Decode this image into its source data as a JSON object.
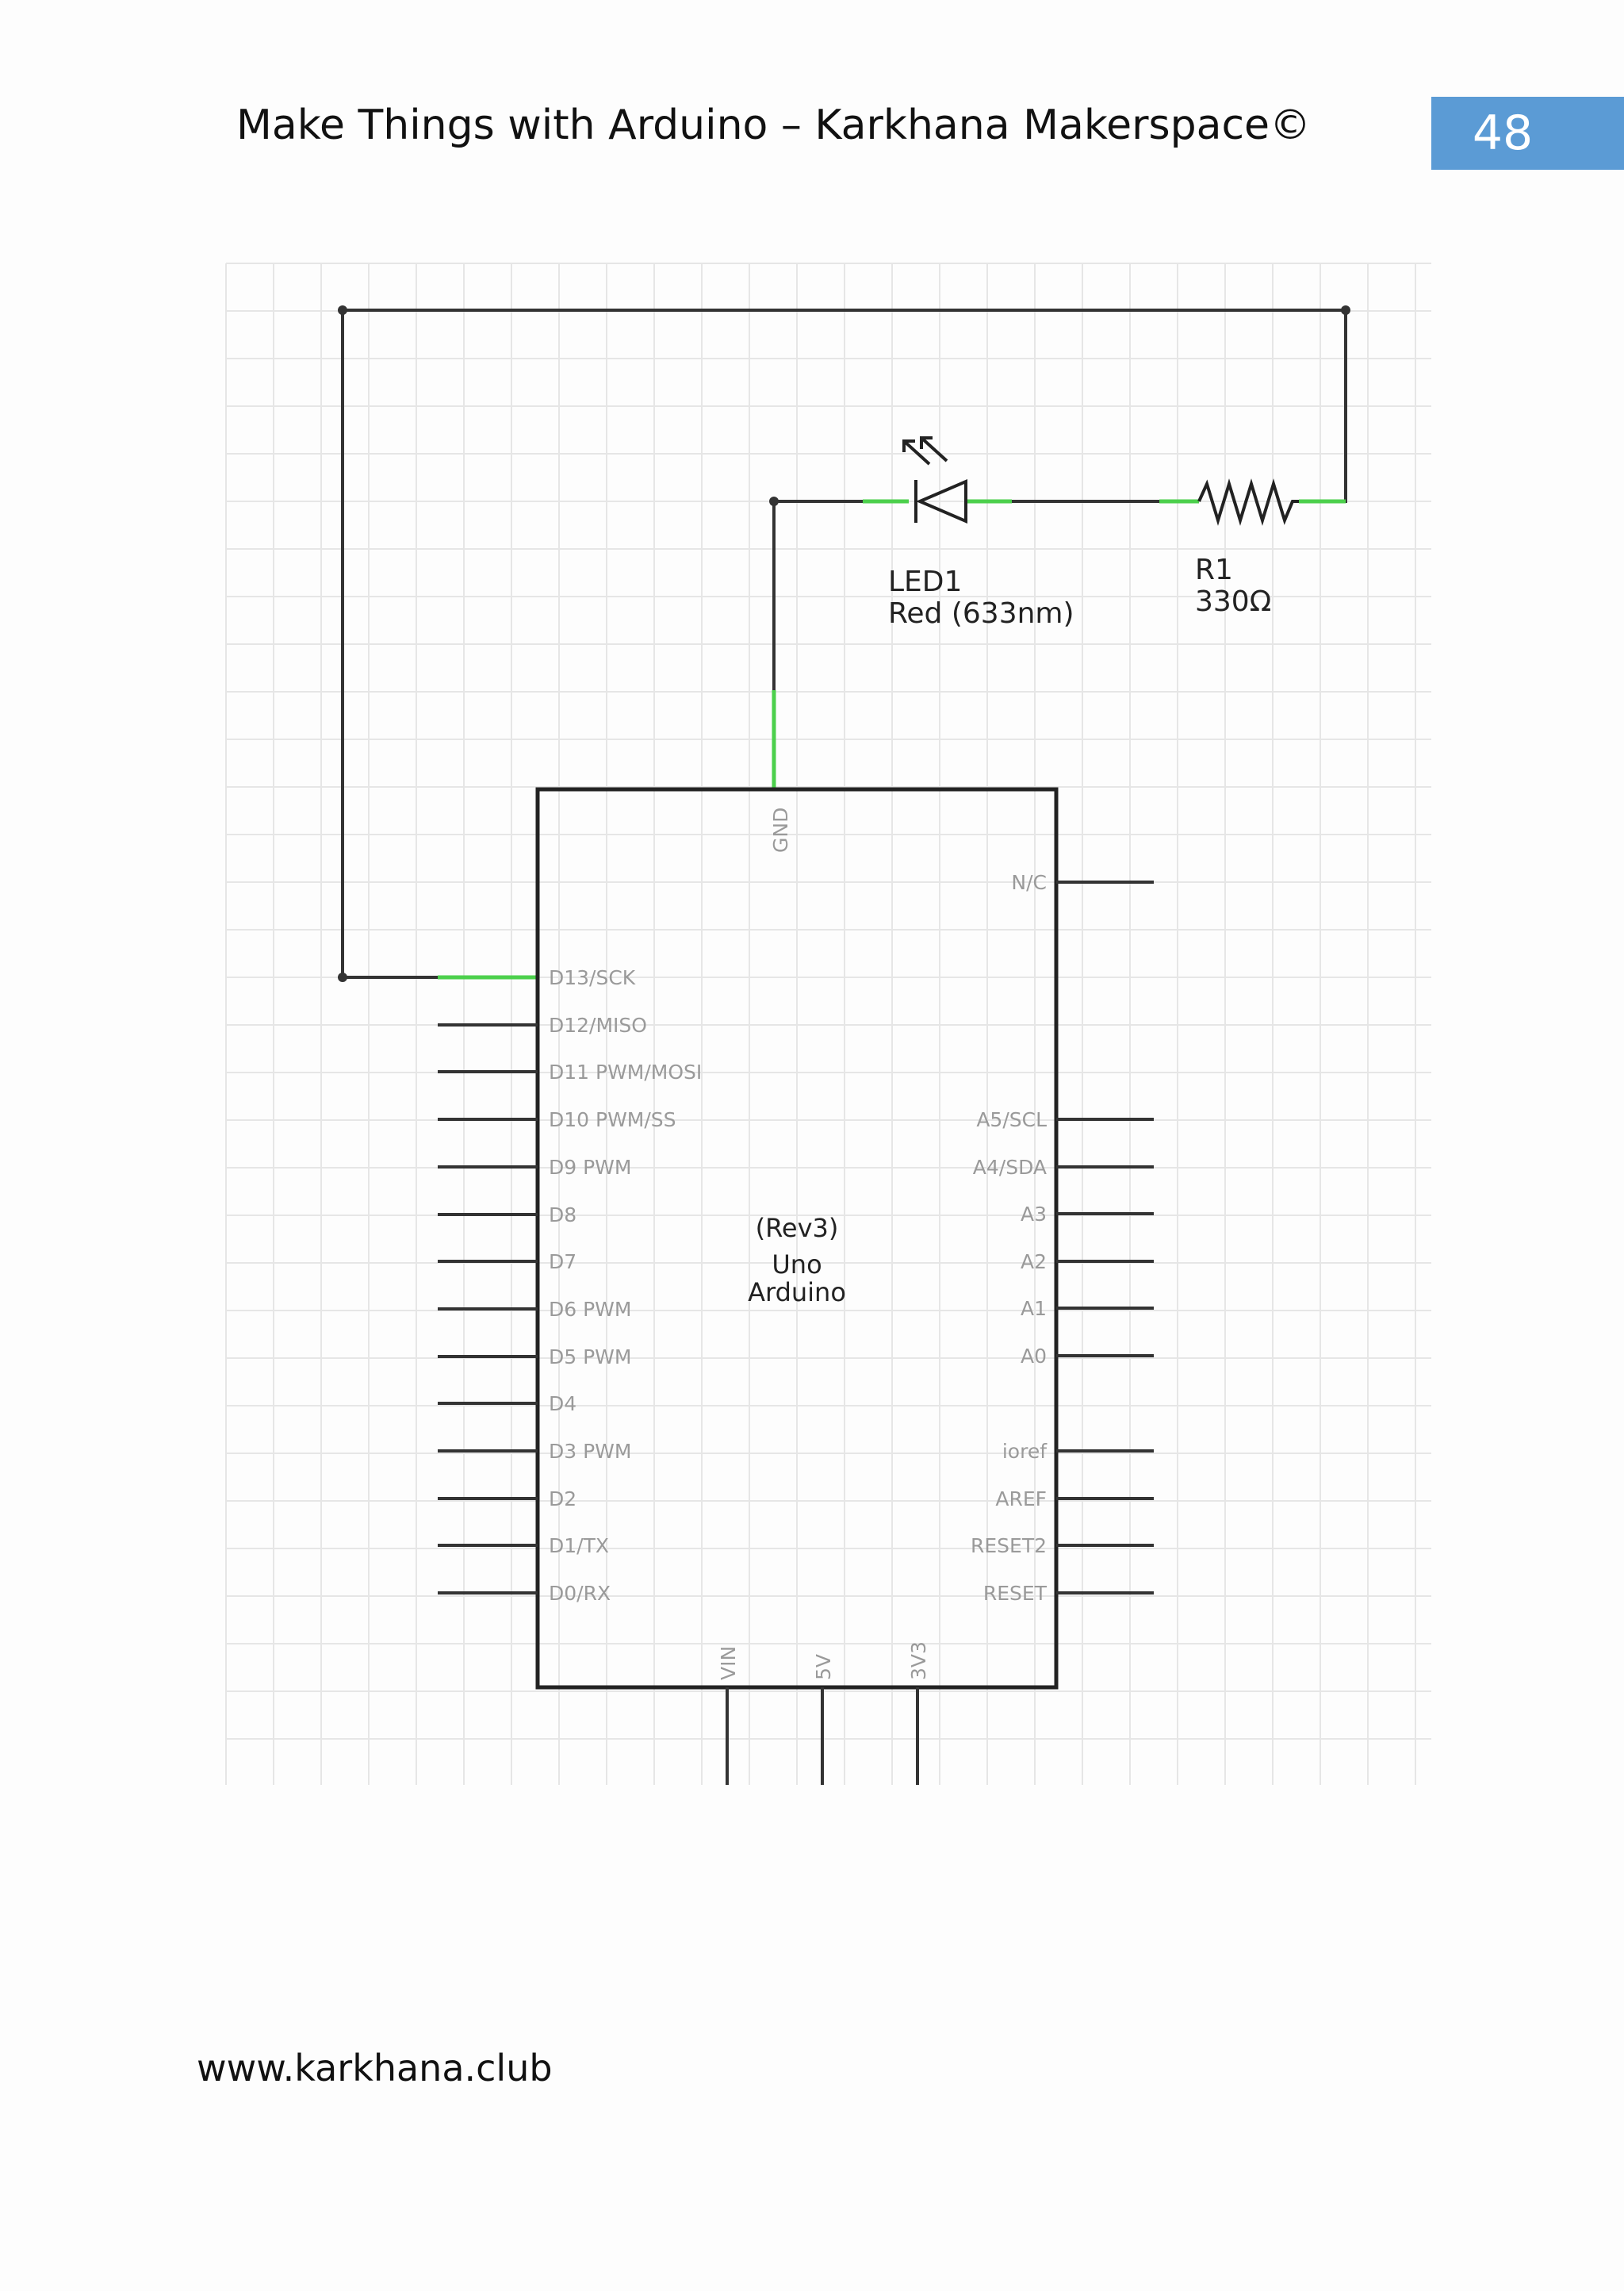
{
  "header": {
    "title": "Make Things with Arduino – Karkhana Makerspace©",
    "page_number": "48"
  },
  "footer": {
    "url": "www.karkhana.club"
  },
  "schematic": {
    "led": {
      "ref": "LED1",
      "value": "Red (633nm)"
    },
    "resistor": {
      "ref": "R1",
      "value": "330Ω"
    },
    "board": {
      "name_lines": [
        "(Rev3)",
        "Uno",
        "Arduino"
      ],
      "top_pin": "GND",
      "left_pins": [
        "D13/SCK",
        "D12/MISO",
        "D11 PWM/MOSI",
        "D10 PWM/SS",
        "D9 PWM",
        "D8",
        "D7",
        "D6 PWM",
        "D5 PWM",
        "D4",
        "D3 PWM",
        "D2",
        "D1/TX",
        "D0/RX"
      ],
      "right_pins_top": [
        "N/C"
      ],
      "right_pins_analog": [
        "A5/SCL",
        "A4/SDA",
        "A3",
        "A2",
        "A1",
        "A0"
      ],
      "right_pins_power": [
        "ioref",
        "AREF",
        "RESET2",
        "RESET"
      ],
      "bottom_pins": [
        "VIN",
        "5V",
        "3V3"
      ]
    },
    "colors": {
      "wire": "#333333",
      "highlight": "#4cd04c",
      "grid": "#e6e6e6"
    }
  }
}
